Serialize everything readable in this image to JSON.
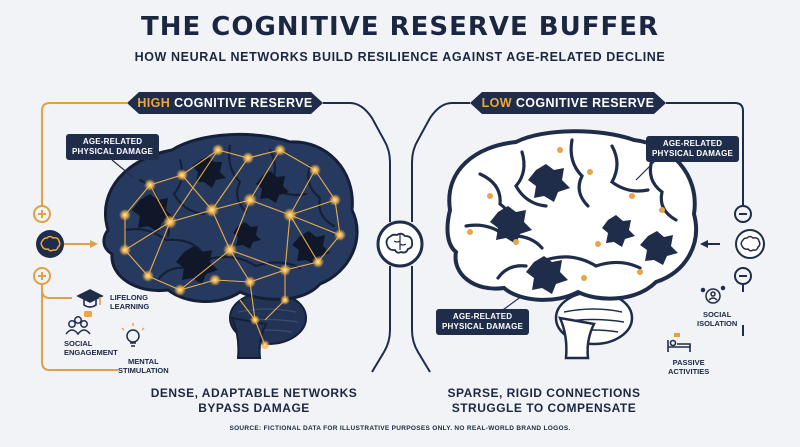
{
  "header": {
    "title": "THE COGNITIVE RESERVE BUFFER",
    "subtitle": "HOW NEURAL NETWORKS BUILD RESILIENCE AGAINST AGE-RELATED DECLINE"
  },
  "left_panel": {
    "banner_highlight": "HIGH",
    "banner_rest": " COGNITIVE RESERVE",
    "callout": [
      "AGE-RELATED",
      "PHYSICAL DAMAGE"
    ],
    "caption": [
      "DENSE, ADAPTABLE NETWORKS",
      "BYPASS DAMAGE"
    ],
    "factors": [
      {
        "icon": "graduation-cap-icon",
        "label": [
          "LIFELONG",
          "LEARNING"
        ]
      },
      {
        "icon": "people-icon",
        "label": [
          "SOCIAL",
          "ENGAGEMENT"
        ]
      },
      {
        "icon": "lightbulb-icon",
        "label": [
          "MENTAL",
          "STIMULATION"
        ]
      }
    ],
    "sign": "+"
  },
  "right_panel": {
    "banner_highlight": "LOW",
    "banner_rest": " COGNITIVE RESERVE",
    "callout_top": [
      "AGE-RELATED",
      "PHYSICAL DAMAGE"
    ],
    "callout_bottom": [
      "AGE-RELATED",
      "PHYSICAL DAMAGE"
    ],
    "caption": [
      "SPARSE, RIGID CONNECTIONS",
      "STRUGGLE TO COMPENSATE"
    ],
    "factors": [
      {
        "icon": "isolated-person-icon",
        "label": [
          "SOCIAL",
          "ISOLATION"
        ]
      },
      {
        "icon": "bed-icon",
        "label": [
          "PASSIVE",
          "ACTIVITIES"
        ]
      }
    ],
    "sign": "−"
  },
  "footer": {
    "source": "SOURCE: FICTIONAL DATA FOR ILLUSTRATIVE PURPOSES ONLY. NO REAL-WORLD BRAND LOGOS."
  },
  "colors": {
    "navy": "#1f2d4b",
    "accent_orange": "#f0a63a",
    "background": "#f1f3f6"
  }
}
